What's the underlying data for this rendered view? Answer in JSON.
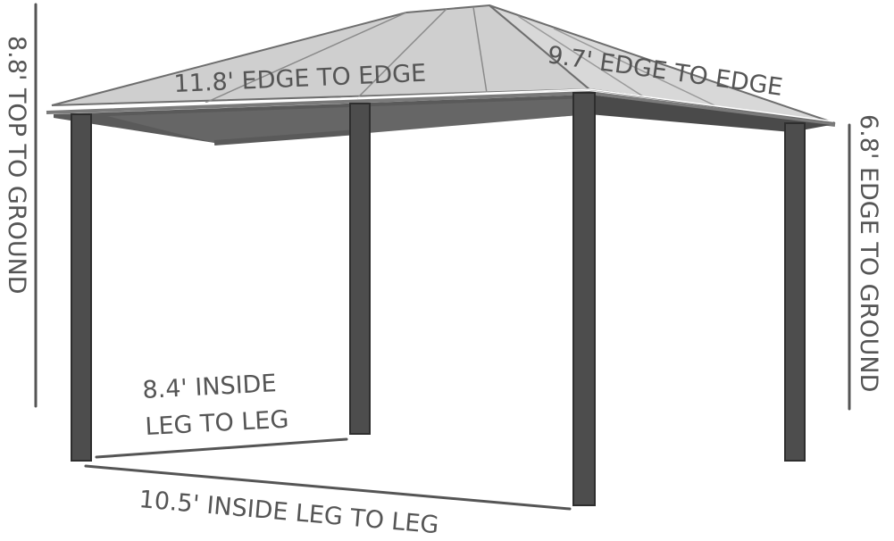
{
  "labels": {
    "roof_width": "11.8' EDGE TO EDGE",
    "roof_depth": "9.7' EDGE TO EDGE",
    "total_height": "8.8' TOP TO GROUND",
    "eave_height": "6.8' EDGE TO GROUND",
    "inside_depth_line1": "8.4' INSIDE",
    "inside_depth_line2": "LEG TO LEG",
    "inside_width": "10.5' INSIDE LEG TO LEG"
  },
  "colors": {
    "roof_panel": "#cfcfcf",
    "roof_panel_light": "#dcdcdc",
    "roof_edge": "#6e6e6e",
    "canopy_frame": "#5a5a5a",
    "leg": "#4d4d4d",
    "leg_edge": "#2e2e2e",
    "dimension": "#555555"
  }
}
